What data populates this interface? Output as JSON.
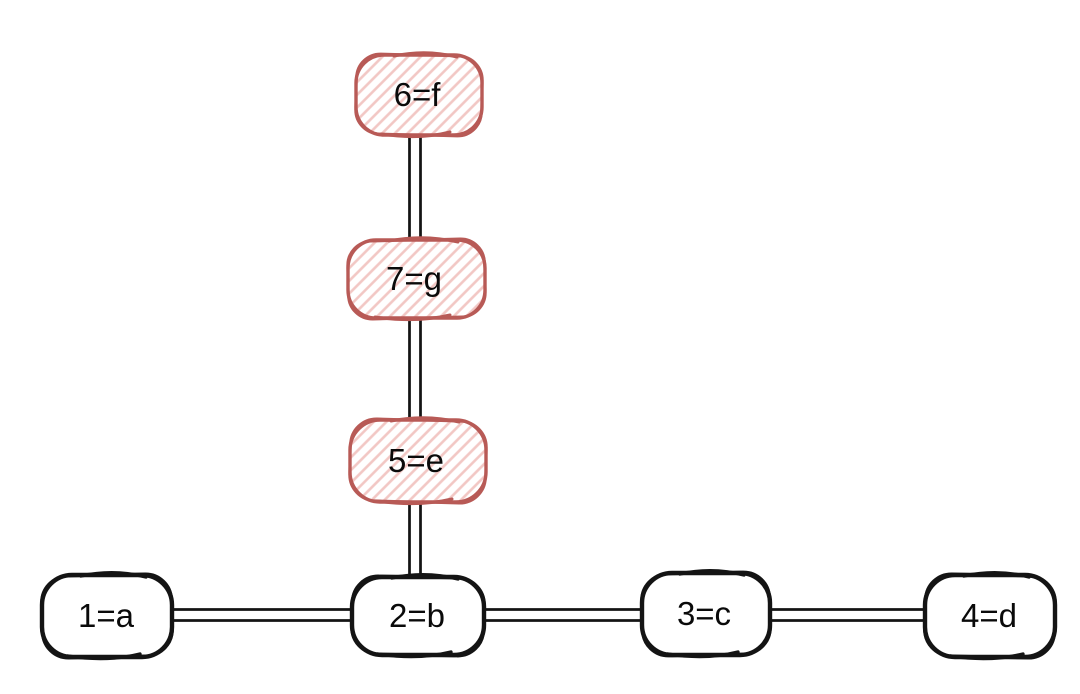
{
  "diagram": {
    "colors": {
      "background": "#ffffff",
      "highlight_stroke": "#b85a56",
      "highlight_fill": "#f2c7c4",
      "plain_stroke": "#141414",
      "plain_fill": "#ffffff",
      "edge_color": "#141414",
      "label_color": "#0a0a0a"
    },
    "nodes": {
      "f": {
        "label": "6=f",
        "style": "highlighted-hatched"
      },
      "g": {
        "label": "7=g",
        "style": "highlighted-hatched"
      },
      "e": {
        "label": "5=e",
        "style": "highlighted-hatched"
      },
      "a": {
        "label": "1=a",
        "style": "plain"
      },
      "b": {
        "label": "2=b",
        "style": "plain"
      },
      "c": {
        "label": "3=c",
        "style": "plain"
      },
      "d": {
        "label": "4=d",
        "style": "plain"
      }
    },
    "edges": [
      {
        "from": "6=f",
        "to": "7=g",
        "style": "double-line"
      },
      {
        "from": "7=g",
        "to": "5=e",
        "style": "double-line"
      },
      {
        "from": "5=e",
        "to": "2=b",
        "style": "double-line"
      },
      {
        "from": "1=a",
        "to": "2=b",
        "style": "double-line"
      },
      {
        "from": "2=b",
        "to": "3=c",
        "style": "double-line"
      },
      {
        "from": "3=c",
        "to": "4=d",
        "style": "double-line"
      }
    ]
  }
}
